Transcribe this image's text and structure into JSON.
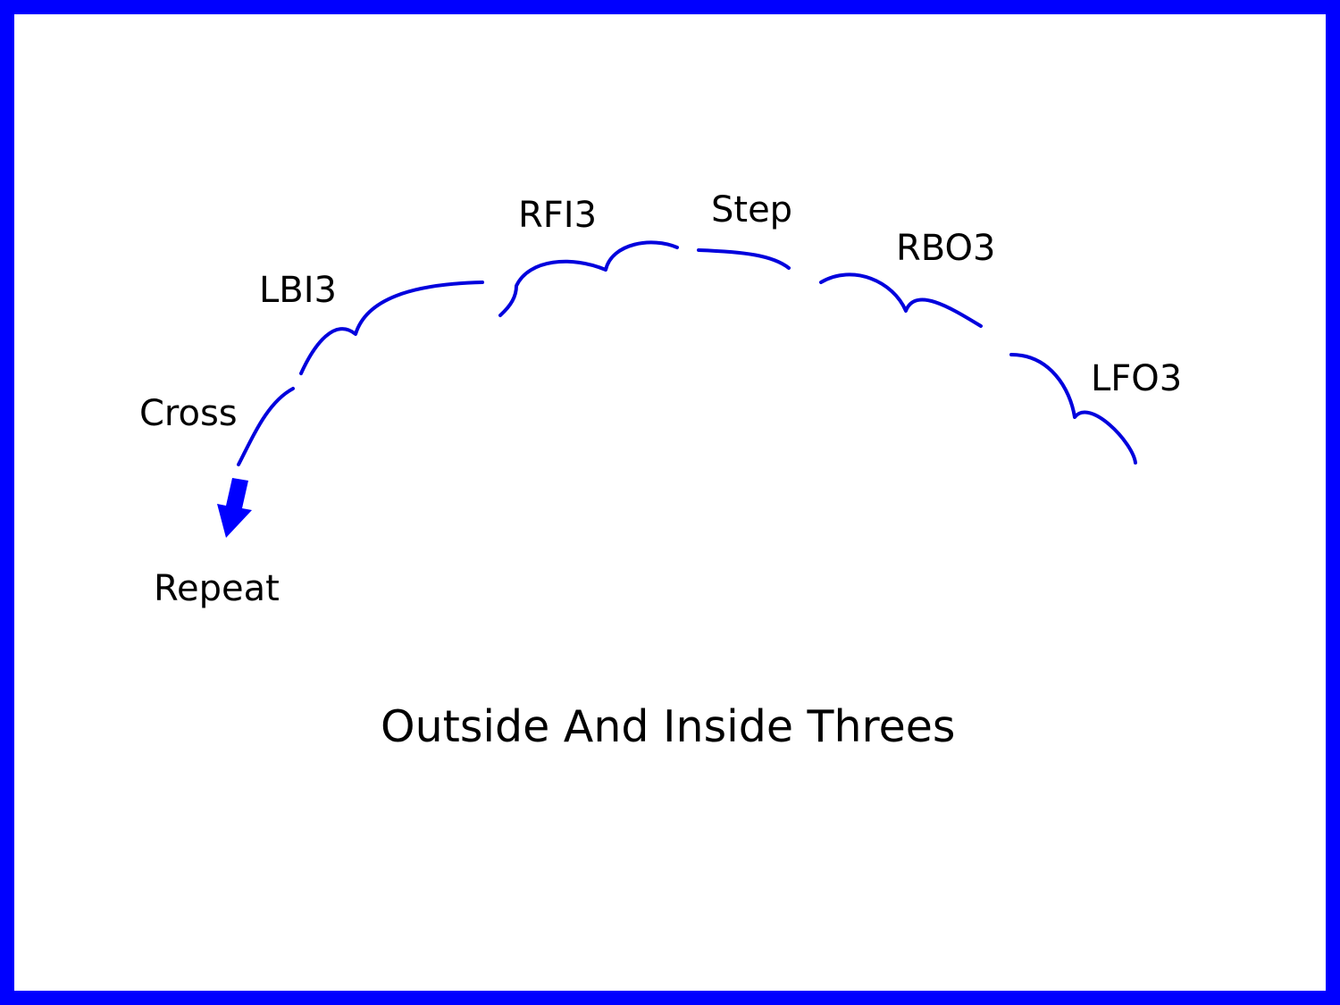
{
  "diagram": {
    "title": "Outside And Inside Threes",
    "labels": {
      "cross": "Cross",
      "lbi3": "LBI3",
      "rfi3": "RFI3",
      "step": "Step",
      "rbo3": "RBO3",
      "lfo3": "LFO3",
      "repeat": "Repeat"
    },
    "colors": {
      "frame": "#0000ff",
      "tracing": "#0000dd",
      "arrow": "#0000ff",
      "text": "#000000"
    }
  }
}
